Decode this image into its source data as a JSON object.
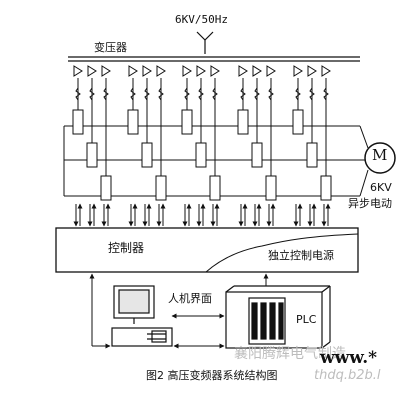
{
  "supply": "6KV/50Hz",
  "transformer": "变压器",
  "motor": {
    "symbol": "M",
    "voltage": "6KV",
    "name": "异步电动"
  },
  "controller": "控制器",
  "power_supply": "独立控制电源",
  "hmi": "人机界面",
  "plc": "PLC",
  "caption": "图2 高压变频器系统结构图",
  "watermark": {
    "line1": "襄阳腾辉电气制造",
    "line2": "www.*",
    "line3": "thdq.b2b.l"
  }
}
